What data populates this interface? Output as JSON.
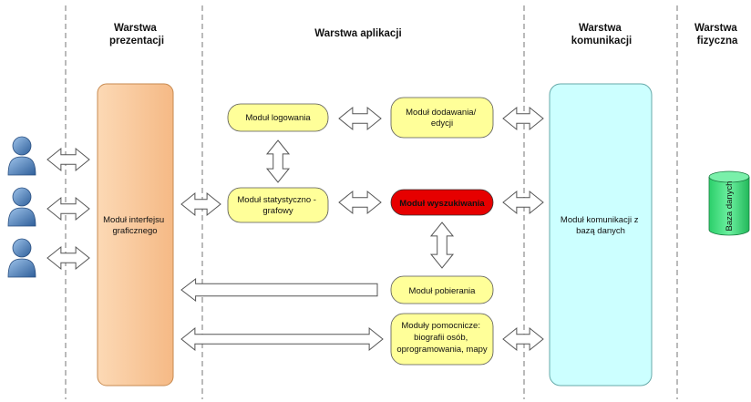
{
  "layers": {
    "presentation": [
      "Warstwa",
      "prezentacji"
    ],
    "application": [
      "Warstwa aplikacji"
    ],
    "communication": [
      "Warstwa",
      "komunikacji"
    ],
    "physical": [
      "Warstwa",
      "fizyczna"
    ]
  },
  "modules": {
    "ui": [
      "Moduł interfejsu",
      "graficznego"
    ],
    "login": [
      "Moduł logowania"
    ],
    "add_edit": [
      "Moduł dodawania/",
      "edycji"
    ],
    "stats": [
      "Moduł statystyczno -",
      "grafowy"
    ],
    "search": [
      "Moduł wyszukiwania"
    ],
    "download": [
      "Moduł pobierania"
    ],
    "helpers": [
      "Moduły pomocnicze:",
      "biografii osób,",
      "oprogramowania, mapy"
    ],
    "comm": [
      "Moduł komunikacji z",
      "bazą danych"
    ]
  },
  "database": {
    "label": "Baza danych"
  },
  "colors": {
    "ui_fill": "#f9c99a",
    "module_fill": "#ffff99",
    "search_fill": "#e60000",
    "comm_fill": "#ccffff",
    "db_fill": "#33dd77",
    "user_fill": "#4f86c6",
    "dashed_line": "#555555"
  },
  "icons": [
    "user-icon",
    "database-icon",
    "double-arrow-icon",
    "arrow-left-icon"
  ]
}
